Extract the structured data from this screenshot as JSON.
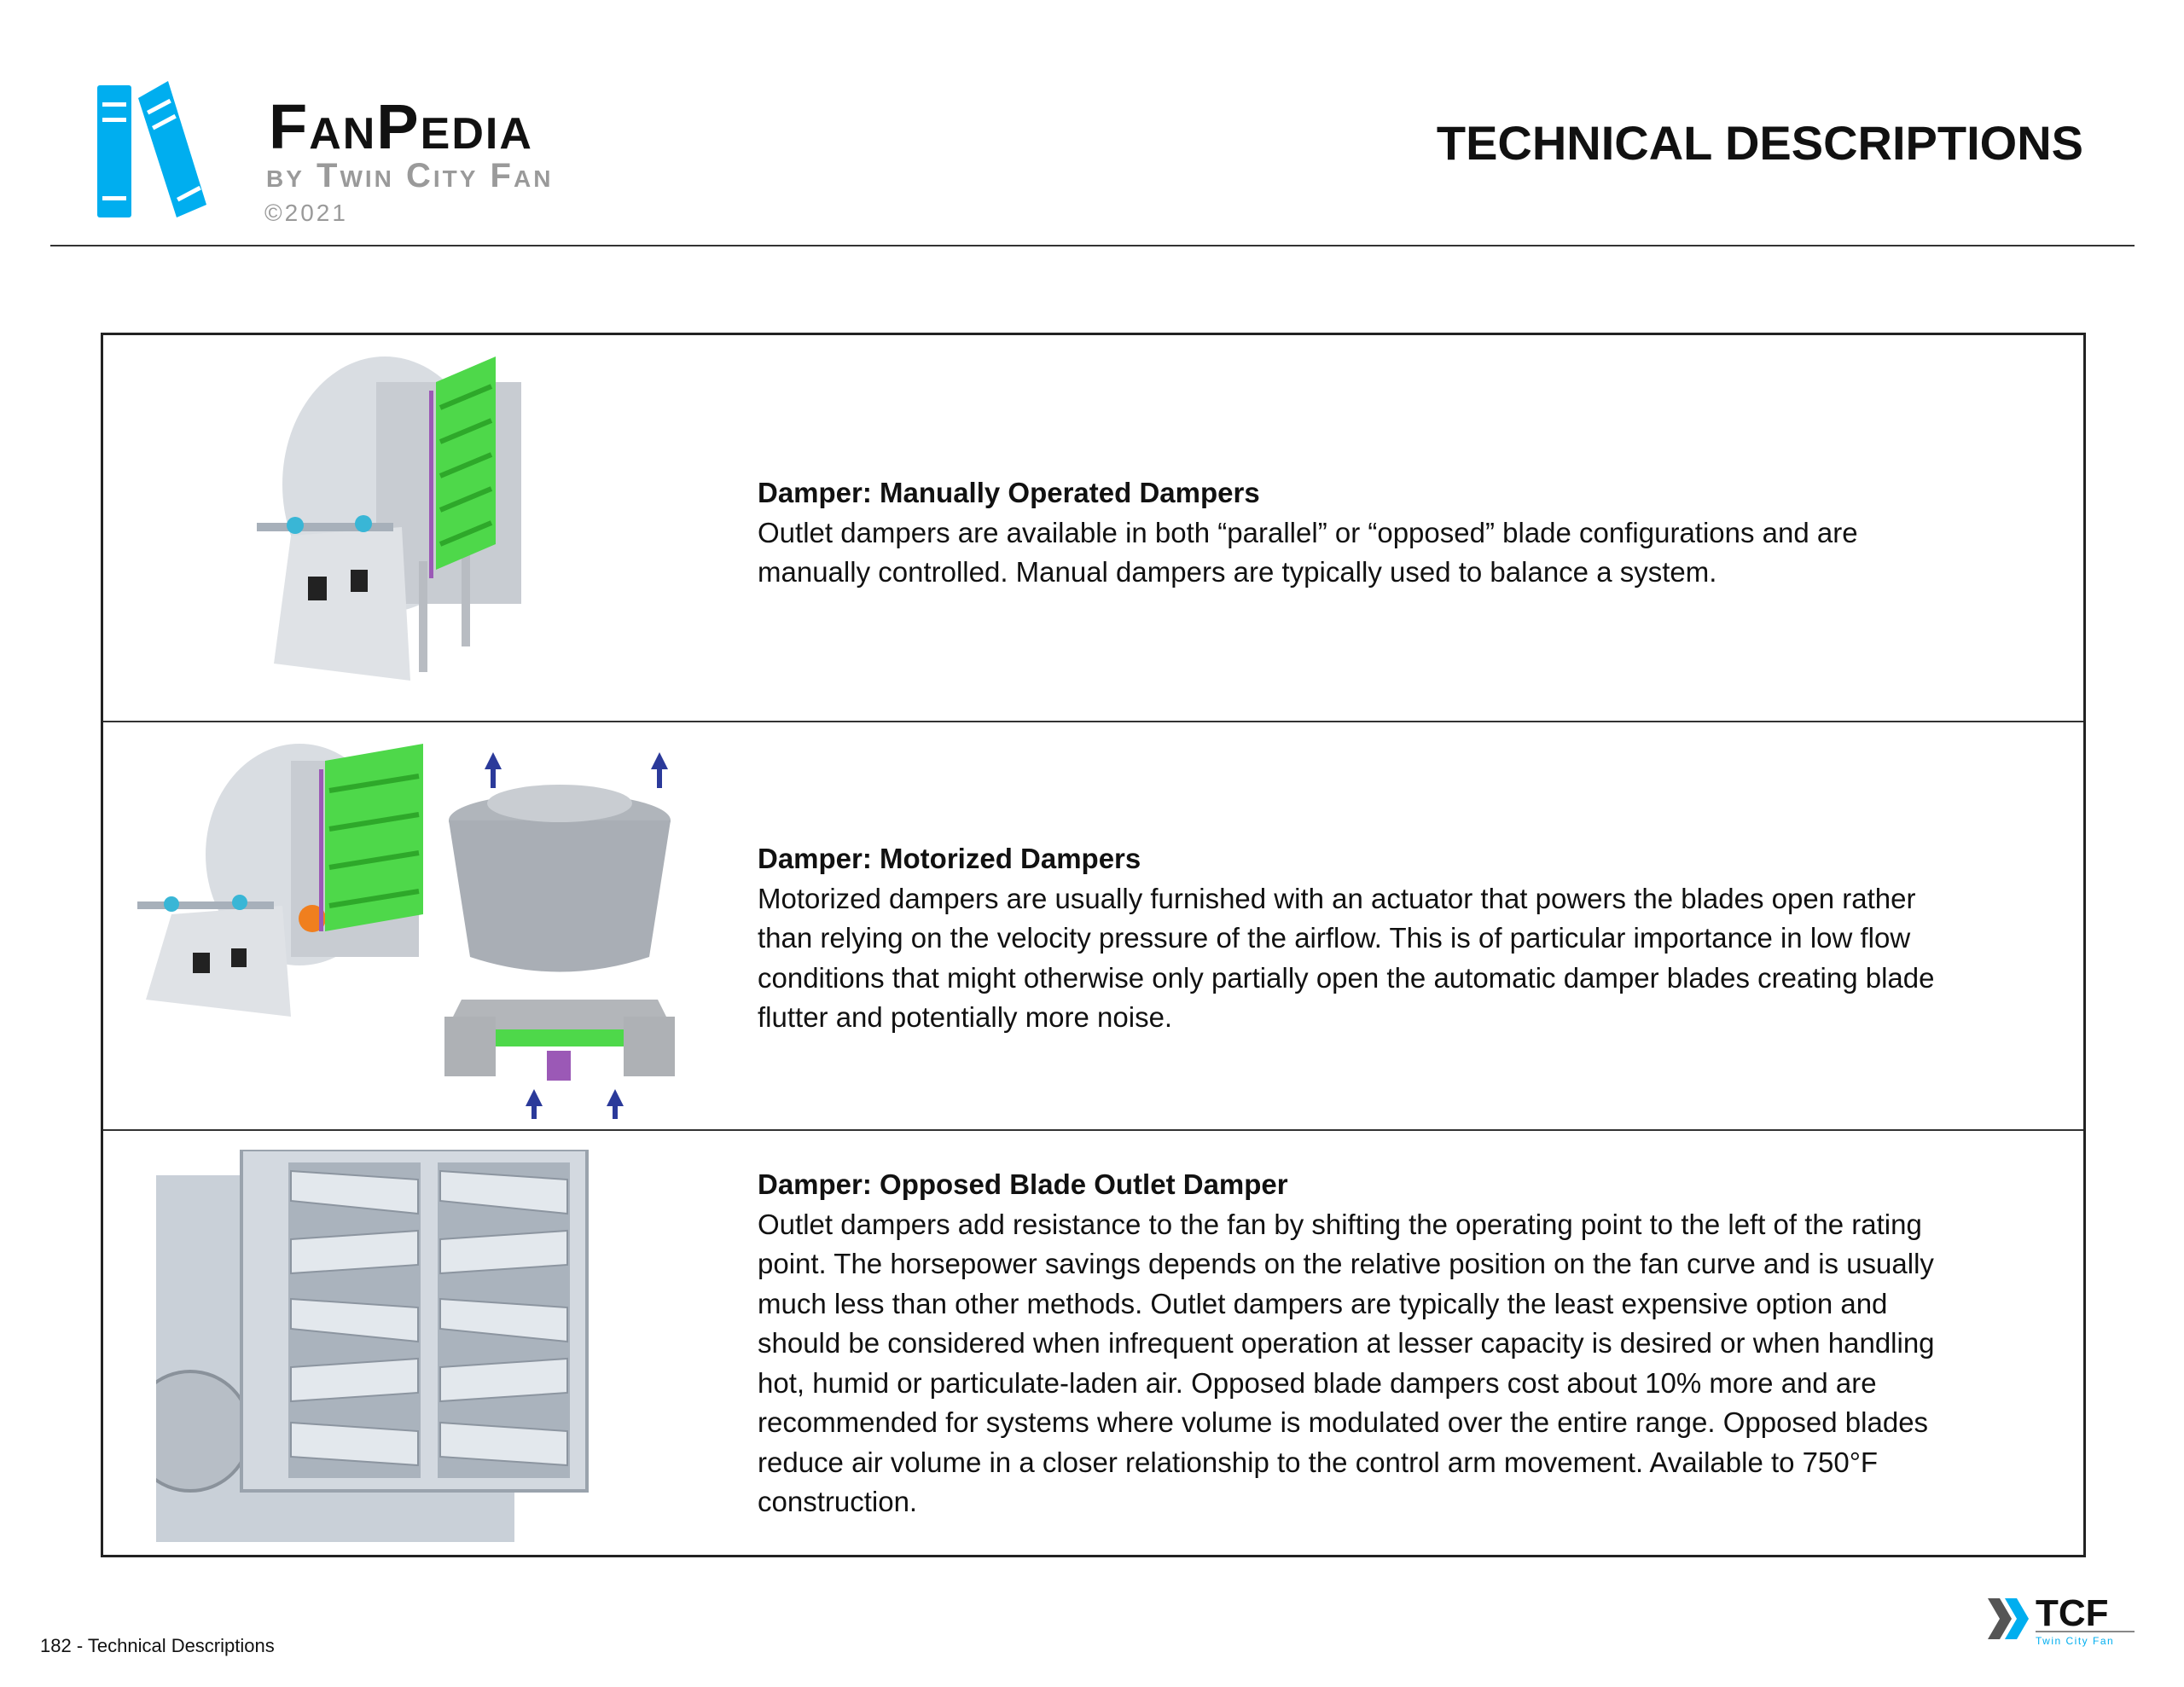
{
  "header": {
    "logo_title": "FanPedia",
    "logo_subtitle": "by Twin City Fan",
    "logo_copyright": "©2021",
    "page_title": "TECHNICAL DESCRIPTIONS"
  },
  "sections": [
    {
      "heading": "Damper: Manually Operated Dampers",
      "lines": [
        "Outlet dampers are available in both “parallel” or “opposed” blade configurations and are",
        "manually controlled. Manual dampers are typically used to balance a system."
      ]
    },
    {
      "heading": "Damper: Motorized Dampers",
      "lines": [
        "Motorized dampers are usually furnished with an actuator that powers the blades open rather",
        "than relying on the velocity pressure of the airflow. This is of particular importance in low flow",
        "conditions that might otherwise only partially open the automatic damper blades creating blade",
        "flutter and potentially more noise."
      ]
    },
    {
      "heading": "Damper: Opposed Blade Outlet Damper",
      "lines": [
        "Outlet dampers add resistance to the fan by shifting the operating point to the left of the rating",
        "point. The horsepower savings depends on the relative position on the fan curve and is usually",
        "much less than other methods. Outlet dampers are typically the least expensive option and",
        "should be considered when infrequent operation at lesser capacity is desired or when handling",
        "hot, humid or particulate-laden air. Opposed blade dampers cost about 10% more and are",
        "recommended for systems where volume is modulated over the entire range. Opposed blades",
        "reduce air volume in a closer relationship to the control arm movement. Available to 750°F",
        "construction."
      ]
    }
  ],
  "footer": {
    "page_label": "182 - Technical Descriptions",
    "brand_mark": "TCF",
    "brand_name": "Twin City Fan"
  },
  "colors": {
    "logo_blue": "#00aeef",
    "damper_green": "#4ed84a",
    "rule": "#333333"
  }
}
